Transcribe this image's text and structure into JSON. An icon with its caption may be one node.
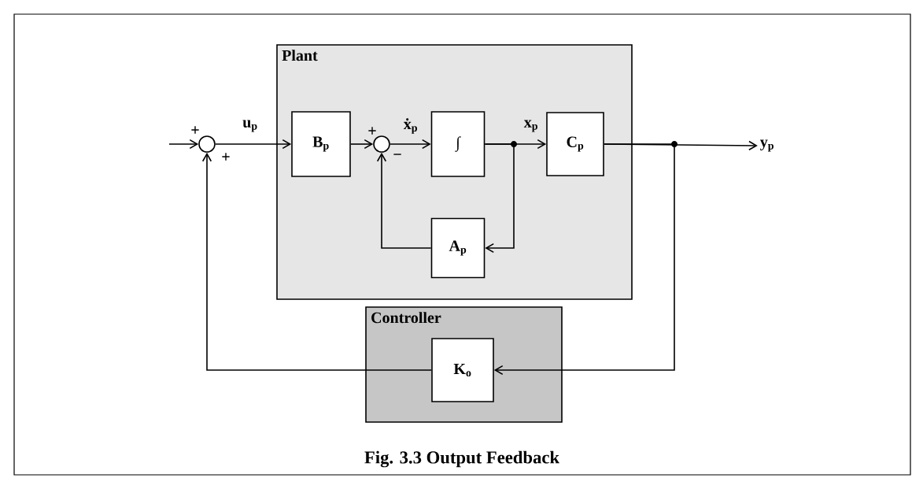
{
  "diagram": {
    "caption": "Fig. 3.3 Output Feedback",
    "nodes": [
      {
        "text": [],
        "shape": "circle"
      },
      {
        "text": [
          "Plant"
        ]
      },
      {
        "text": [
          "B$_{p}$"
        ],
        "in": 1
      },
      {
        "text": [],
        "shape": "circle",
        "in": 1
      },
      {
        "text": [
          "∫"
        ],
        "in": 1
      },
      {
        "text": [
          "C$_{p}$"
        ],
        "in": 1
      },
      {
        "text": [
          "A$_{p}$"
        ],
        "in": 1
      },
      {
        "text": [
          "y$_{p}$"
        ]
      },
      {
        "text": [
          "Controller"
        ]
      },
      {
        "text": [
          "K$_{o}$"
        ],
        "in": 8
      }
    ],
    "edges": [
      {
        "from": null,
        "to": 0,
        "arrow": "to"
      },
      {
        "from": 0,
        "to": 2,
        "arrow": "to",
        "label": "u$_{p}$"
      },
      {
        "from": 2,
        "to": 3,
        "arrow": "to"
      },
      {
        "from": 3,
        "to": 4,
        "arrow": "to",
        "label": "ẋ$_{p}$"
      },
      {
        "from": 4,
        "to": 5,
        "arrow": "to",
        "label": "x$_{p}$"
      },
      {
        "from": 4,
        "to": 6,
        "arrow": "to"
      },
      {
        "from": 6,
        "to": 3,
        "arrow": "to"
      },
      {
        "from": 5,
        "to": 7,
        "arrow": "to"
      },
      {
        "from": 5,
        "to": 9,
        "arrow": "to"
      },
      {
        "from": 9,
        "to": 0,
        "arrow": "to"
      }
    ],
    "labels": [
      "+",
      "+",
      "+",
      "−"
    ]
  }
}
